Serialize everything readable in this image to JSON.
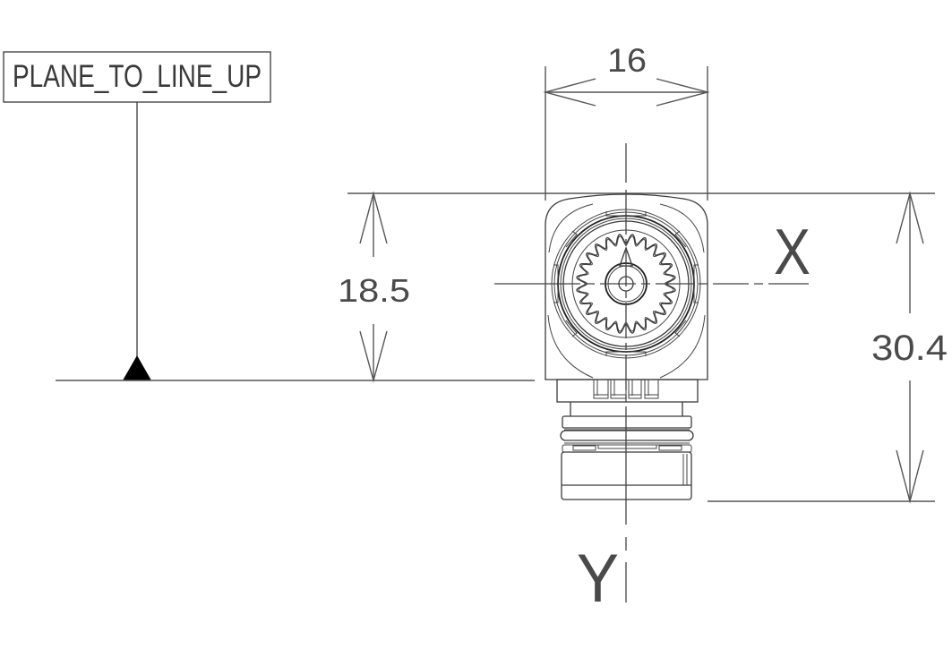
{
  "drawing": {
    "label_box": {
      "text": "PLANE_TO_LINE_UP"
    },
    "dimensions": {
      "width": {
        "value": "16"
      },
      "height_to_plane": {
        "value": "18.5"
      },
      "overall_height": {
        "value": "30.4"
      }
    },
    "axes": {
      "x": {
        "label": "X"
      },
      "y": {
        "label": "Y"
      }
    },
    "colors": {
      "line": "#3a3a3a",
      "dimension": "#555555",
      "background": "#ffffff",
      "datum_marker": "#000000"
    },
    "gear": {
      "teeth": 24
    }
  }
}
